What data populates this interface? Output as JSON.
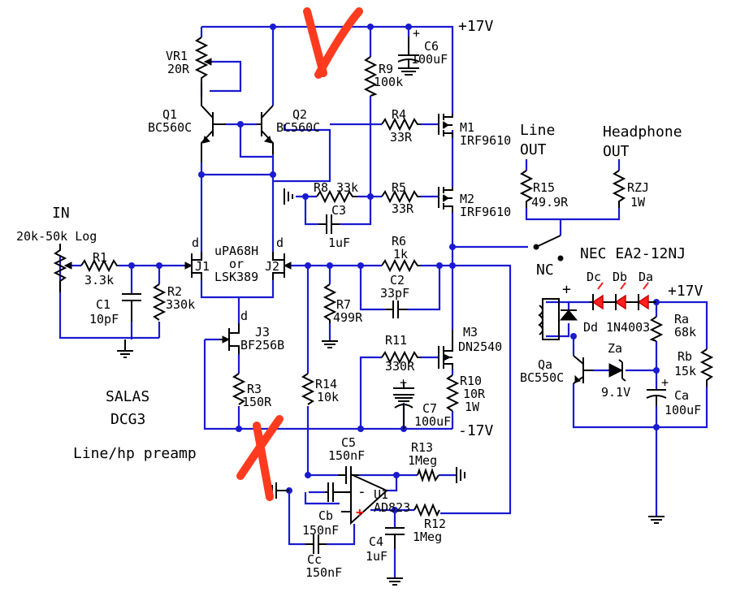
{
  "rails": {
    "pos": "+17V",
    "neg": "-17V",
    "pos_local": "+17V"
  },
  "notes": {
    "author": "SALAS",
    "model": "DCG3",
    "desc": "Line/hp preamp"
  },
  "input": {
    "label": "IN",
    "pot": "20k-50k Log"
  },
  "outputs": {
    "line": [
      "Line",
      "OUT"
    ],
    "headphone": [
      "Headphone",
      "OUT"
    ]
  },
  "relay": {
    "name": "NEC EA2-12NJ",
    "contact": "NC"
  },
  "components": {
    "VR1": [
      "VR1",
      "20R"
    ],
    "Q1": [
      "Q1",
      "BC560C"
    ],
    "Q2": [
      "Q2",
      "BC560C"
    ],
    "R9": [
      "R9",
      "100k"
    ],
    "C6": [
      "C6",
      "100uF"
    ],
    "R4": [
      "R4",
      "33R"
    ],
    "M1": [
      "M1",
      "IRF9610"
    ],
    "R8": [
      "R8",
      "33k"
    ],
    "C3": [
      "C3",
      "1uF"
    ],
    "R5": [
      "R5",
      "33R"
    ],
    "M2": [
      "M2",
      "IRF9610"
    ],
    "R1": [
      "R1",
      "3.3k"
    ],
    "C1": [
      "C1",
      "10pF"
    ],
    "R2": [
      "R2",
      "330k"
    ],
    "J1": "J1",
    "J2": "J2",
    "JFET_pair": [
      "uPA68H",
      "or",
      "LSK389"
    ],
    "R6": [
      "R6",
      "1k"
    ],
    "C2": [
      "C2",
      "33pF"
    ],
    "R7": [
      "R7",
      "499R"
    ],
    "J3": [
      "J3",
      "BF256B"
    ],
    "R11": [
      "R11",
      "330R"
    ],
    "M3": [
      "M3",
      "DN2540"
    ],
    "R10": [
      "R10",
      "10R",
      "1W"
    ],
    "C7": [
      "C7",
      "100uF"
    ],
    "R3": [
      "R3",
      "150R"
    ],
    "R14": [
      "R14",
      "10k"
    ],
    "C5": [
      "C5",
      "150nF"
    ],
    "R13": [
      "R13",
      "1Meg"
    ],
    "U1": [
      "U1",
      "AD823"
    ],
    "R12": [
      "R12",
      "1Meg"
    ],
    "C4": [
      "C4",
      "1uF"
    ],
    "Cb": [
      "Cb",
      "150nF"
    ],
    "Cc": [
      "Cc",
      "150nF"
    ],
    "R15": [
      "R15",
      "49.9R"
    ],
    "RZJ": [
      "RZJ",
      "1W"
    ],
    "Dc": "Dc",
    "Db": "Db",
    "Da": "Da",
    "Dd": [
      "Dd",
      "1N4003"
    ],
    "Ra": [
      "Ra",
      "68k"
    ],
    "Rb": [
      "Rb",
      "15k"
    ],
    "Za": [
      "Za",
      "9.1V"
    ],
    "Qa": [
      "Qa",
      "BC550C"
    ],
    "Ca": [
      "Ca",
      "100uF"
    ]
  },
  "pins": {
    "d": "d"
  },
  "colors": {
    "wire": "#1a1ad0",
    "component": "#000000",
    "strike": "#ff3b1f",
    "led": "#ff2020"
  }
}
